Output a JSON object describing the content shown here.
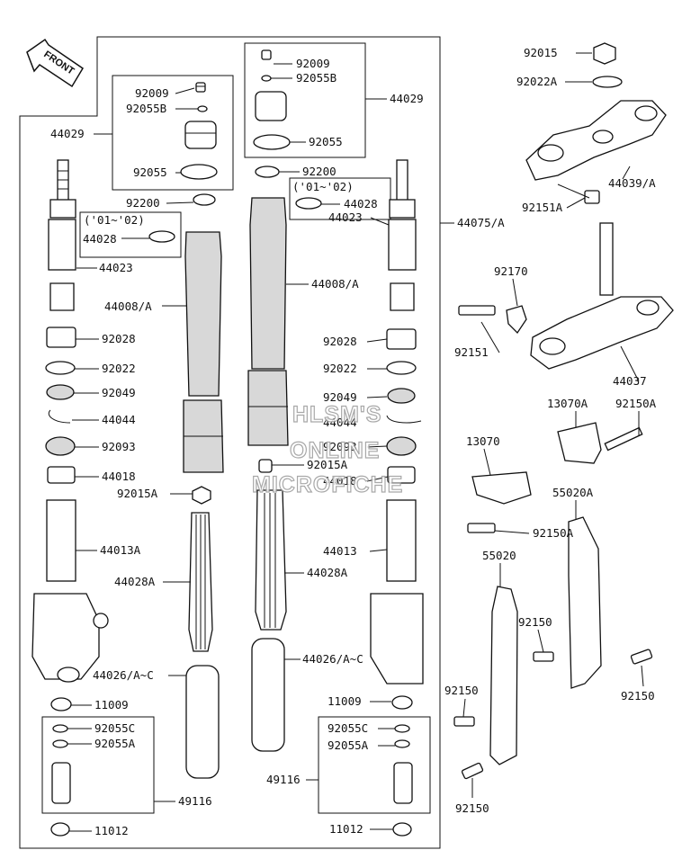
{
  "diagram": {
    "front_arrow": "FRONT",
    "watermark": [
      "HLSM'S",
      "ONLINE",
      "MICROFICHE"
    ],
    "labels": {
      "l92015_tr": "92015",
      "l92022A": "92022A",
      "l44039A": "44039/A",
      "l92151A": "92151A",
      "l92170": "92170",
      "l92151": "92151",
      "l44037": "44037",
      "l13070A": "13070A",
      "l92150A_r": "92150A",
      "l13070": "13070",
      "l92150A_b": "92150A",
      "l55020A": "55020A",
      "l55020": "55020",
      "l92150_a": "92150",
      "l92150_b": "92150",
      "l92150_c": "92150",
      "l92150_d": "92150",
      "l92009_r": "92009",
      "l92055B_r": "92055B",
      "l44029_r": "44029",
      "l92055_r": "92055",
      "l92200_r": "92200",
      "l0102_r": "('01~'02)",
      "l44028_r": "44028",
      "l44075A": "44075/A",
      "l44023_r": "44023",
      "l44008A_r": "44008/A",
      "l92028_r": "92028",
      "l92022_r": "92022",
      "l92049_r": "92049",
      "l44044_r": "44044",
      "l92093_r": "92093",
      "l92015A_r": "92015A",
      "l44018_r": "44018",
      "l44013_r": "44013",
      "l44028A_r": "44028A",
      "l44026_r": "44026/A~C",
      "l11009_r": "11009",
      "l92055C_r": "92055C",
      "l92055A_r": "92055A",
      "l49116_r": "49116",
      "l11012_r": "11012",
      "l92009_l": "92009",
      "l92055B_l": "92055B",
      "l44029_l": "44029",
      "l92055_l": "92055",
      "l92200_l": "92200",
      "l0102_l": "('01~'02)",
      "l44028_l": "44028",
      "l44023_l": "44023",
      "l44008A_l": "44008/A",
      "l92028_l": "92028",
      "l92022_l": "92022",
      "l92049_l": "92049",
      "l44044_l": "44044",
      "l92093_l": "92093",
      "l44018_l": "44018",
      "l92015A_l": "92015A",
      "l44013A_l": "44013A",
      "l44028A_l": "44028A",
      "l44026_l": "44026/A~C",
      "l11009_l": "11009",
      "l92055C_l": "92055C",
      "l92055A_l": "92055A",
      "l49116_l": "49116",
      "l11012_l": "11012"
    }
  }
}
